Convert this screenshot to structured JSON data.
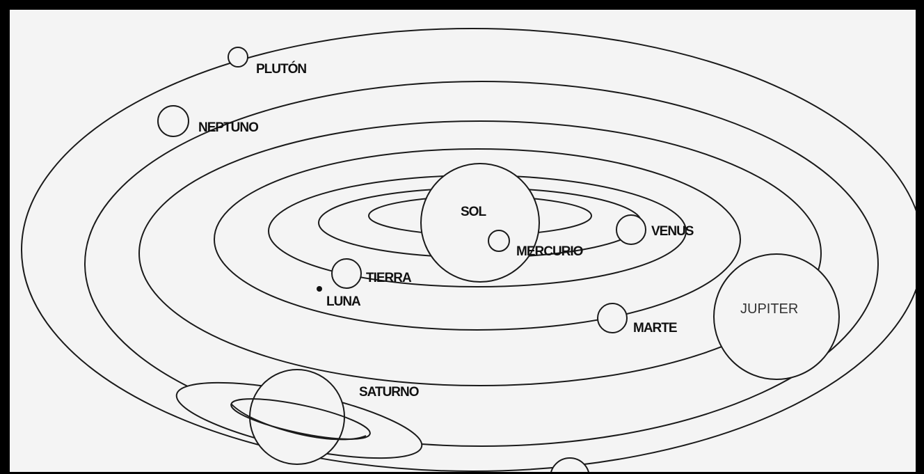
{
  "diagram": {
    "bodies": {
      "sol": "SOL",
      "mercurio": "MERCURIO",
      "venus": "VENUS",
      "tierra": "TIERRA",
      "luna": "LUNA",
      "marte": "MARTE",
      "jupiter": "JUPITER",
      "saturno": "SATURNO",
      "neptuno": "NEPTUNO",
      "pluton": "PLUTÓN"
    }
  },
  "colors": {
    "frame": "#000000",
    "background": "#f4f4f4",
    "stroke": "#1a1a1a"
  }
}
